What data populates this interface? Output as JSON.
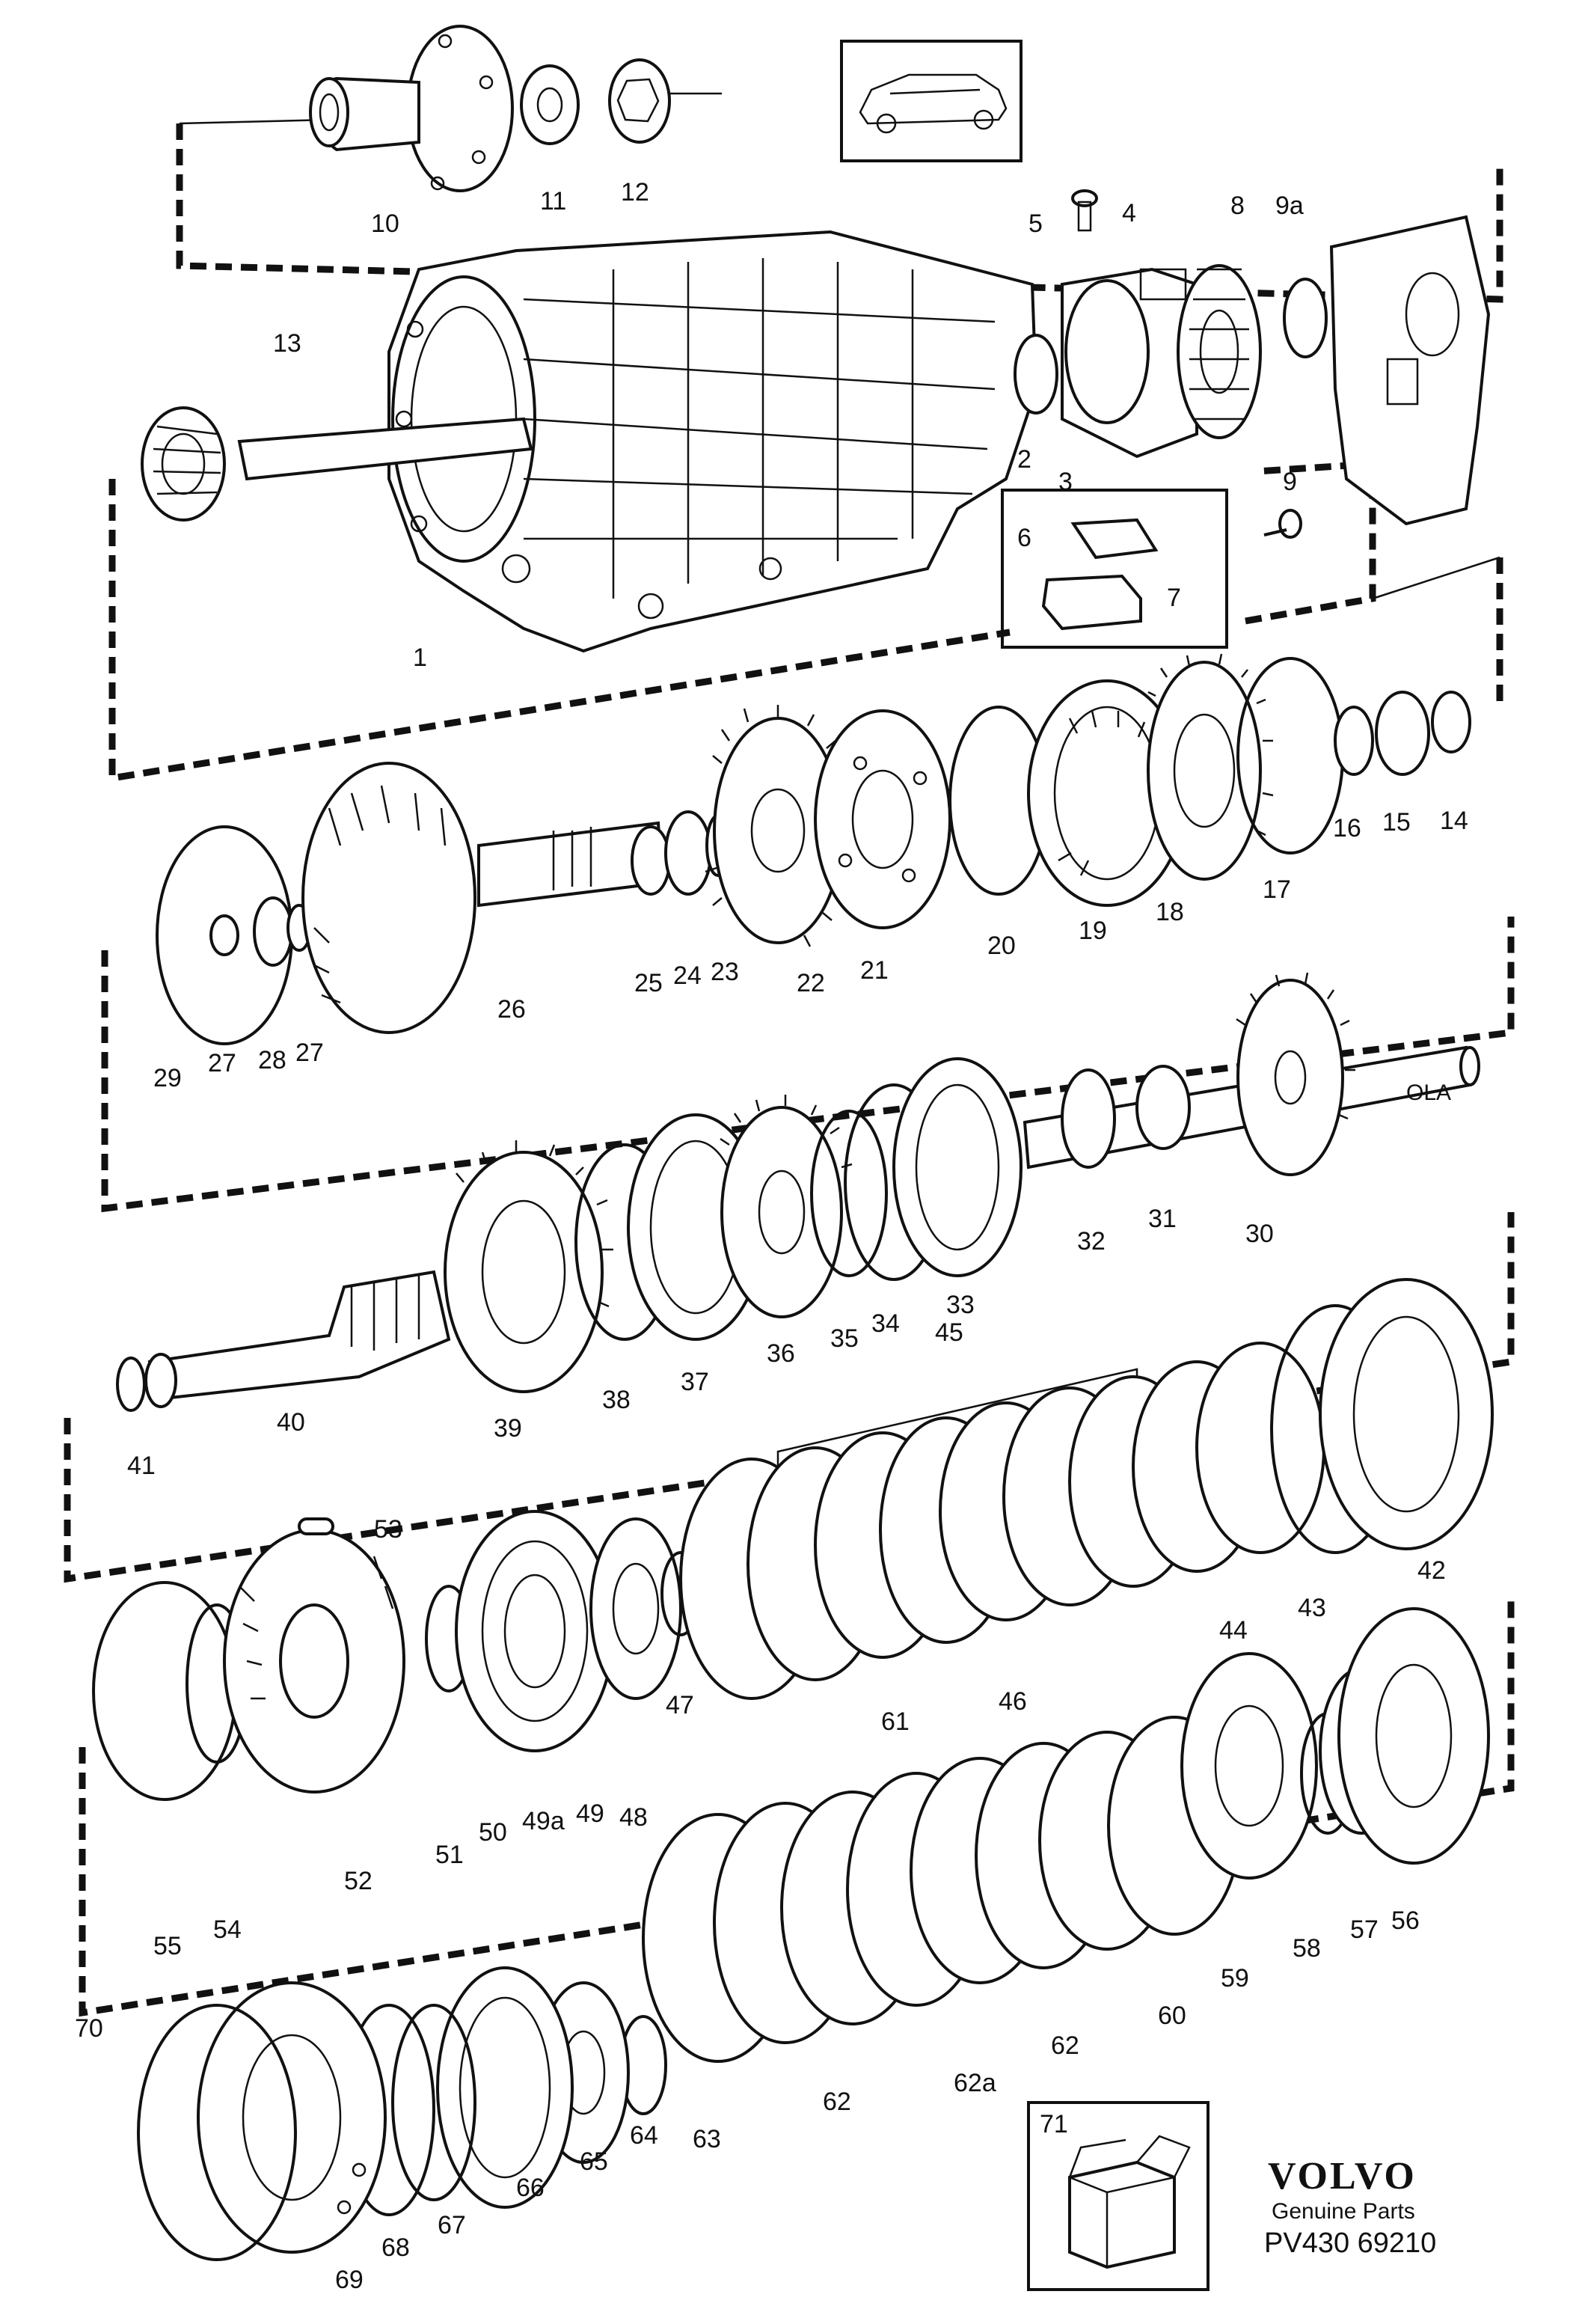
{
  "brand": {
    "name": "VOLVO",
    "tagline": "Genuine Parts",
    "part_code": "PV430 69210"
  },
  "callouts": {
    "c1": "1",
    "c2": "2",
    "c3": "3",
    "c4": "4",
    "c5": "5",
    "c6": "6",
    "c7": "7",
    "c8": "8",
    "c9": "9",
    "c9a": "9a",
    "c10": "10",
    "c11": "11",
    "c12": "12",
    "c13": "13",
    "c14": "14",
    "c15": "15",
    "c16": "16",
    "c17": "17",
    "c18": "18",
    "c19": "19",
    "c20": "20",
    "c21": "21",
    "c22": "22",
    "c23": "23",
    "c24": "24",
    "c25": "25",
    "c26": "26",
    "c27a": "27",
    "c27b": "27",
    "c28": "28",
    "c29": "29",
    "c30": "30",
    "c31": "31",
    "c32": "32",
    "c33": "33",
    "c34": "34",
    "c35": "35",
    "c36": "36",
    "c37": "37",
    "c38": "38",
    "c39": "39",
    "c40": "40",
    "c41": "41",
    "c42": "42",
    "c43": "43",
    "c44": "44",
    "c45": "45",
    "c46": "46",
    "c47": "47",
    "c48": "48",
    "c49": "49",
    "c49a": "49a",
    "c50": "50",
    "c51": "51",
    "c52": "52",
    "c53": "53",
    "c54": "54",
    "c55": "55",
    "c56": "56",
    "c57": "57",
    "c58": "58",
    "c59": "59",
    "c60": "60",
    "c61": "61",
    "c62a": "62",
    "c62b": "62",
    "c62c": "62a",
    "c63": "63",
    "c64": "64",
    "c65": "65",
    "c66": "66",
    "c67": "67",
    "c68": "68",
    "c69": "69",
    "c70": "70",
    "c71": "71"
  },
  "icons": {
    "car": "car-thumbnail-icon",
    "kit_box": "kit-box-icon"
  }
}
